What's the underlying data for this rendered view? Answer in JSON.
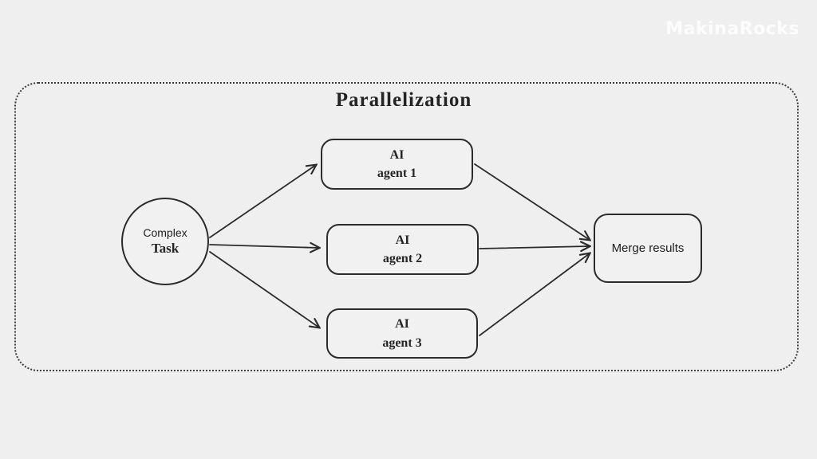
{
  "logo": {
    "text": "MakinaRocks"
  },
  "diagram": {
    "title": "Parallelization",
    "nodes": {
      "complex_task": {
        "line1": "Complex",
        "line2": "Task"
      },
      "agent1": {
        "line1": "AI",
        "line2": "agent 1"
      },
      "agent2": {
        "line1": "AI",
        "line2": "agent 2"
      },
      "agent3": {
        "line1": "AI",
        "line2": "agent 3"
      },
      "merge": {
        "label": "Merge results"
      }
    },
    "edges": [
      {
        "from": "complex_task",
        "to": "agent1"
      },
      {
        "from": "complex_task",
        "to": "agent2"
      },
      {
        "from": "complex_task",
        "to": "agent3"
      },
      {
        "from": "agent1",
        "to": "merge"
      },
      {
        "from": "agent2",
        "to": "merge"
      },
      {
        "from": "agent3",
        "to": "merge"
      }
    ]
  },
  "colors": {
    "background": "#efefef",
    "stroke": "#2b2b2b",
    "frame_border": "#3d3d3d",
    "logo_text": "#fcfcfc"
  }
}
